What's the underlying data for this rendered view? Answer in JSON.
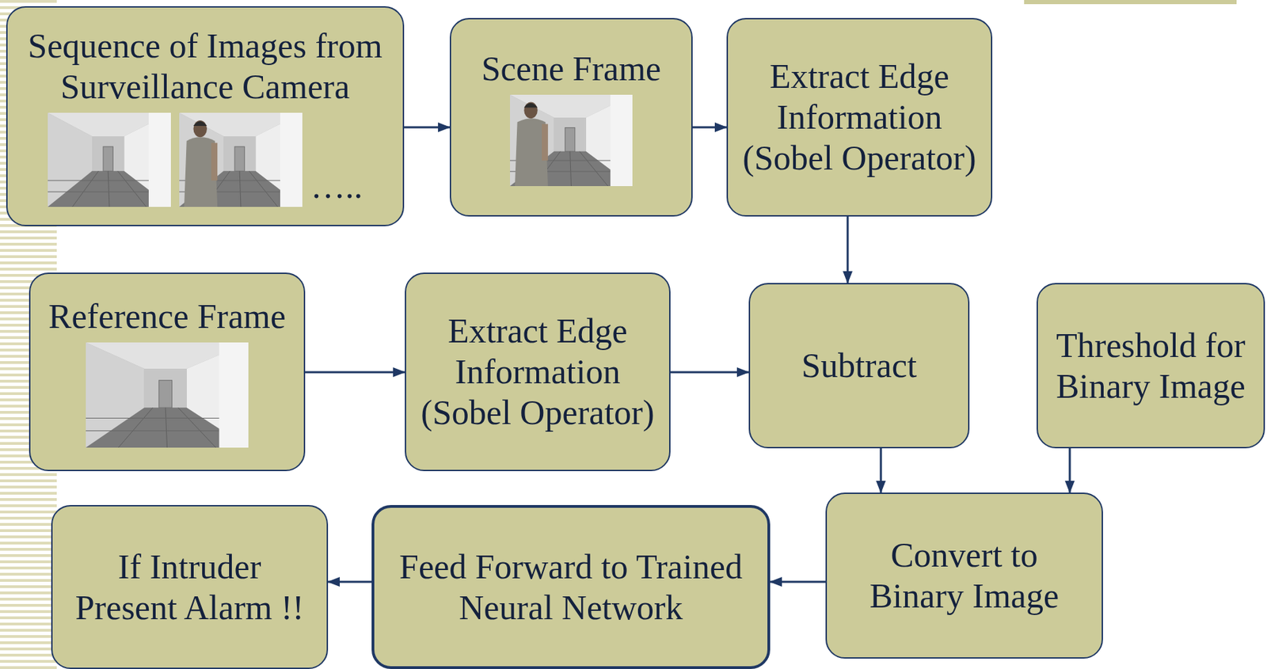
{
  "diagram": {
    "nodes": [
      {
        "text": [
          "Sequence of Images from Surveillance Camera",
          "….."
        ]
      },
      {
        "text": [
          "Scene Frame"
        ]
      },
      {
        "text": [
          "Extract Edge Information (Sobel Operator)"
        ]
      },
      {
        "text": [
          "Reference Frame"
        ]
      },
      {
        "text": [
          "Extract Edge Information (Sobel Operator)"
        ]
      },
      {
        "text": [
          "Subtract"
        ]
      },
      {
        "text": [
          "Threshold for Binary Image"
        ]
      },
      {
        "text": [
          "If Intruder Present Alarm !!"
        ]
      },
      {
        "text": [
          "Feed Forward to Trained Neural Network"
        ]
      },
      {
        "text": [
          "Convert to Binary Image"
        ]
      }
    ],
    "edges": [
      {
        "from": 0,
        "to": 1,
        "arrow": "to"
      },
      {
        "from": 1,
        "to": 2,
        "arrow": "to"
      },
      {
        "from": 2,
        "to": 5,
        "arrow": "to"
      },
      {
        "from": 3,
        "to": 4,
        "arrow": "to"
      },
      {
        "from": 4,
        "to": 5,
        "arrow": "to"
      },
      {
        "from": 5,
        "to": 9,
        "arrow": "to"
      },
      {
        "from": 6,
        "to": 9,
        "arrow": "to"
      },
      {
        "from": 9,
        "to": 8,
        "arrow": "to"
      },
      {
        "from": 8,
        "to": 7,
        "arrow": "to"
      }
    ]
  }
}
